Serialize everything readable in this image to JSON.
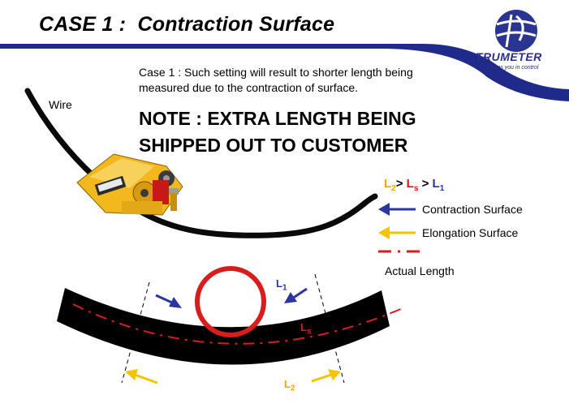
{
  "title": "CASE 1 :  Contraction Surface",
  "case_text": "Case 1 :  Such setting will result to shorter length being measured due to the contraction of surface.",
  "note": "NOTE :   EXTRA LENGTH BEING SHIPPED OUT TO CUSTOMER",
  "wire_label": "Wire",
  "logo": {
    "name": "TRUMETER",
    "tagline": "Keeps you in control"
  },
  "relation": {
    "l2": "L",
    "l2_sub": "2",
    "gt1": ">",
    "ls": "L",
    "ls_sub": "s",
    "gt2": ">",
    "l1": "L",
    "l1_sub": "1"
  },
  "legend": {
    "contraction": "Contraction Surface",
    "elongation": "Elongation Surface",
    "actual": "Actual Length"
  },
  "diagram": {
    "l1": "L",
    "l1_sub": "1",
    "ls": "L",
    "ls_sub": "s",
    "l2": "L",
    "l2_sub": "2"
  },
  "colors": {
    "navy": "#1f2a8a",
    "blue_arrow": "#2b36a0",
    "yellow": "#f5c400",
    "red": "#d81d1d",
    "orange_label": "#f0a800",
    "machine_yellow": "#f2b81e"
  }
}
